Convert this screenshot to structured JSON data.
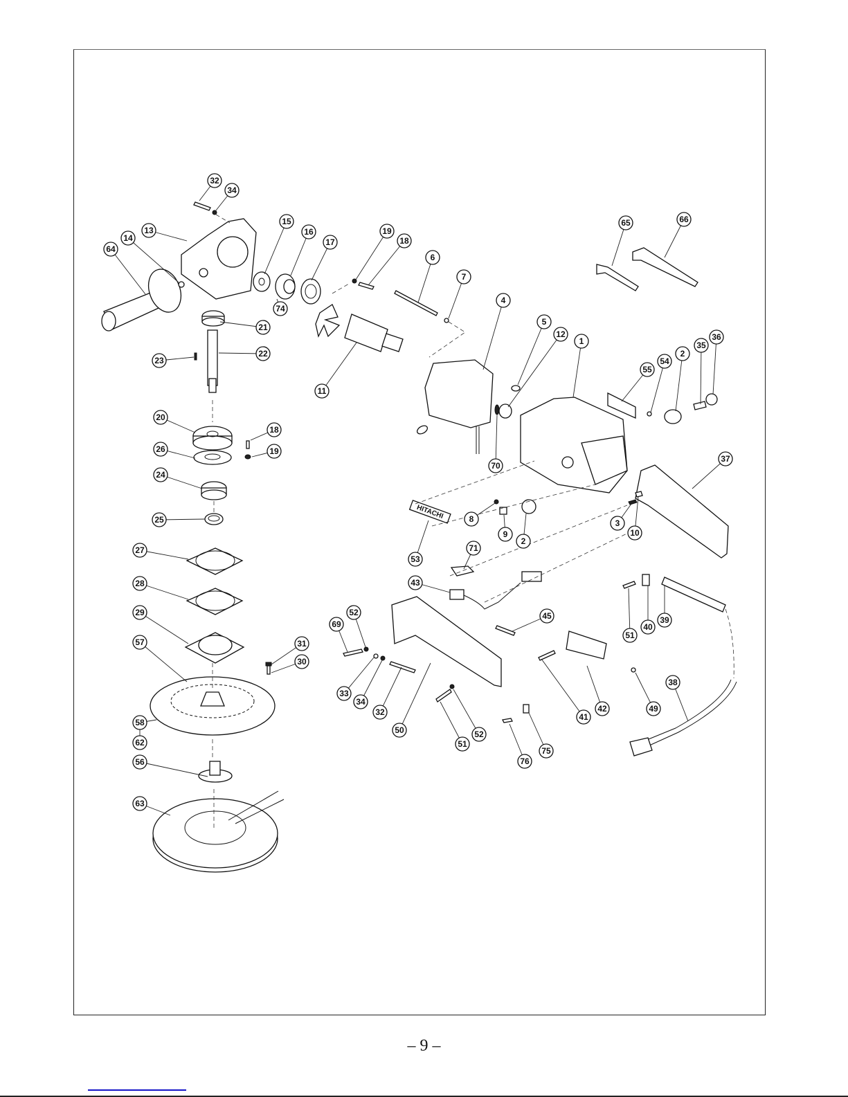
{
  "document": {
    "brand_label": "HITACHI",
    "page_number": "9",
    "page_number_dash": "–"
  },
  "callouts": [
    {
      "id": "c32a",
      "label": "32"
    },
    {
      "id": "c34a",
      "label": "34"
    },
    {
      "id": "c13",
      "label": "13"
    },
    {
      "id": "c14",
      "label": "14"
    },
    {
      "id": "c64",
      "label": "64"
    },
    {
      "id": "c15",
      "label": "15"
    },
    {
      "id": "c16",
      "label": "16"
    },
    {
      "id": "c17",
      "label": "17"
    },
    {
      "id": "c74",
      "label": "74"
    },
    {
      "id": "c21",
      "label": "21"
    },
    {
      "id": "c22",
      "label": "22"
    },
    {
      "id": "c23",
      "label": "23"
    },
    {
      "id": "c19a",
      "label": "19"
    },
    {
      "id": "c18a",
      "label": "18"
    },
    {
      "id": "c6",
      "label": "6"
    },
    {
      "id": "c7",
      "label": "7"
    },
    {
      "id": "c4",
      "label": "4"
    },
    {
      "id": "c11",
      "label": "11"
    },
    {
      "id": "c5",
      "label": "5"
    },
    {
      "id": "c12",
      "label": "12"
    },
    {
      "id": "c1",
      "label": "1"
    },
    {
      "id": "c70",
      "label": "70"
    },
    {
      "id": "c65",
      "label": "65"
    },
    {
      "id": "c66",
      "label": "66"
    },
    {
      "id": "c55",
      "label": "55"
    },
    {
      "id": "c54",
      "label": "54"
    },
    {
      "id": "c2a",
      "label": "2"
    },
    {
      "id": "c35",
      "label": "35"
    },
    {
      "id": "c36",
      "label": "36"
    },
    {
      "id": "c37",
      "label": "37"
    },
    {
      "id": "c3",
      "label": "3"
    },
    {
      "id": "c10",
      "label": "10"
    },
    {
      "id": "c20",
      "label": "20"
    },
    {
      "id": "c18b",
      "label": "18"
    },
    {
      "id": "c19b",
      "label": "19"
    },
    {
      "id": "c26",
      "label": "26"
    },
    {
      "id": "c24",
      "label": "24"
    },
    {
      "id": "c25",
      "label": "25"
    },
    {
      "id": "c27",
      "label": "27"
    },
    {
      "id": "c28",
      "label": "28"
    },
    {
      "id": "c29",
      "label": "29"
    },
    {
      "id": "c31",
      "label": "31"
    },
    {
      "id": "c30",
      "label": "30"
    },
    {
      "id": "c57",
      "label": "57"
    },
    {
      "id": "c58",
      "label": "58"
    },
    {
      "id": "c62",
      "label": "62"
    },
    {
      "id": "c56",
      "label": "56"
    },
    {
      "id": "c63",
      "label": "63"
    },
    {
      "id": "c8",
      "label": "8"
    },
    {
      "id": "c9",
      "label": "9"
    },
    {
      "id": "c2b",
      "label": "2"
    },
    {
      "id": "c53",
      "label": "53"
    },
    {
      "id": "c71",
      "label": "71"
    },
    {
      "id": "c43",
      "label": "43"
    },
    {
      "id": "c45",
      "label": "45"
    },
    {
      "id": "c52a",
      "label": "52"
    },
    {
      "id": "c69",
      "label": "69"
    },
    {
      "id": "c33",
      "label": "33"
    },
    {
      "id": "c34b",
      "label": "34"
    },
    {
      "id": "c32b",
      "label": "32"
    },
    {
      "id": "c50",
      "label": "50"
    },
    {
      "id": "c51a",
      "label": "51"
    },
    {
      "id": "c52b",
      "label": "52"
    },
    {
      "id": "c76",
      "label": "76"
    },
    {
      "id": "c75",
      "label": "75"
    },
    {
      "id": "c41",
      "label": "41"
    },
    {
      "id": "c42",
      "label": "42"
    },
    {
      "id": "c49",
      "label": "49"
    },
    {
      "id": "c38",
      "label": "38"
    },
    {
      "id": "c51b",
      "label": "51"
    },
    {
      "id": "c40",
      "label": "40"
    },
    {
      "id": "c39",
      "label": "39"
    }
  ]
}
